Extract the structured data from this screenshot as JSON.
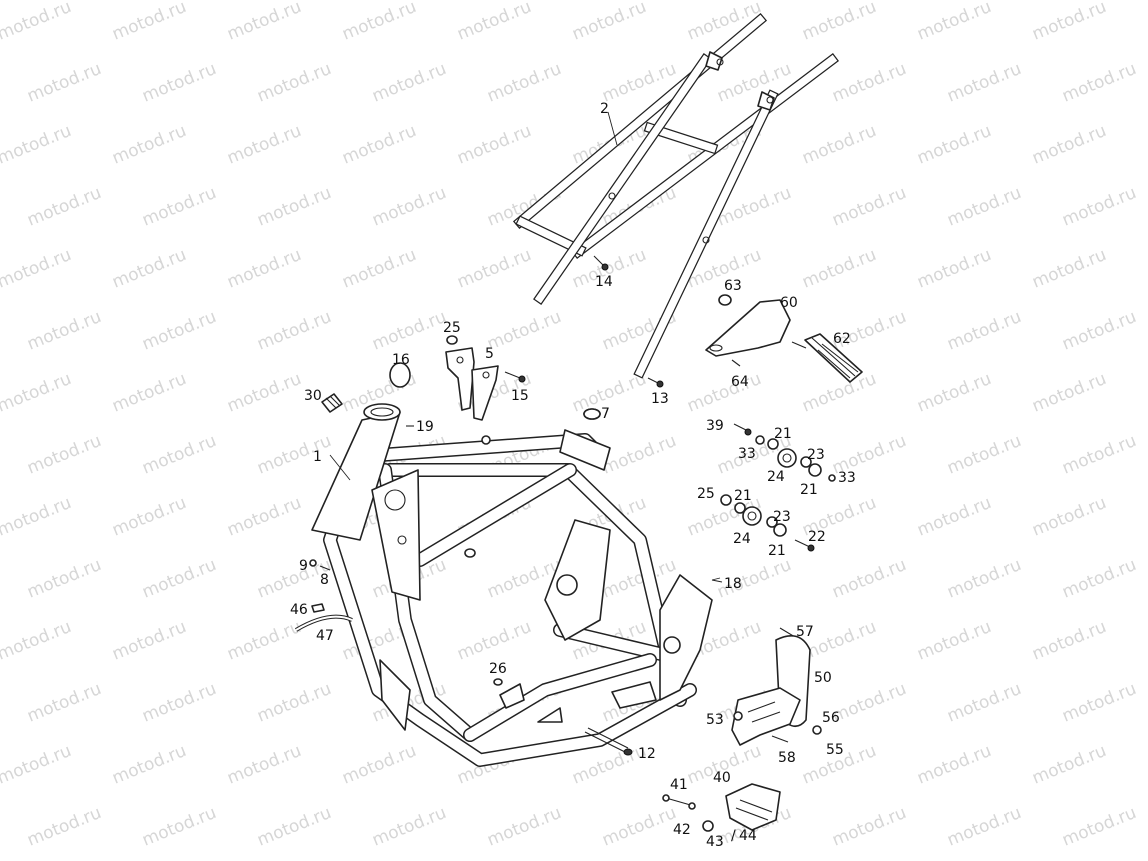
{
  "watermark": "motod.ru",
  "labels": [
    {
      "id": "l1",
      "text": "1"
    },
    {
      "id": "l2",
      "text": "2"
    },
    {
      "id": "l5",
      "text": "5"
    },
    {
      "id": "l7",
      "text": "7"
    },
    {
      "id": "l8",
      "text": "8"
    },
    {
      "id": "l9",
      "text": "9"
    },
    {
      "id": "l12",
      "text": "12"
    },
    {
      "id": "l13",
      "text": "13"
    },
    {
      "id": "l14",
      "text": "14"
    },
    {
      "id": "l15",
      "text": "15"
    },
    {
      "id": "l16",
      "text": "16"
    },
    {
      "id": "l18",
      "text": "18"
    },
    {
      "id": "l19",
      "text": "19"
    },
    {
      "id": "l21a",
      "text": "21"
    },
    {
      "id": "l21b",
      "text": "21"
    },
    {
      "id": "l21c",
      "text": "21"
    },
    {
      "id": "l21d",
      "text": "21"
    },
    {
      "id": "l22",
      "text": "22"
    },
    {
      "id": "l23a",
      "text": "23"
    },
    {
      "id": "l23b",
      "text": "23"
    },
    {
      "id": "l24a",
      "text": "24"
    },
    {
      "id": "l24b",
      "text": "24"
    },
    {
      "id": "l25a",
      "text": "25"
    },
    {
      "id": "l25b",
      "text": "25"
    },
    {
      "id": "l26",
      "text": "26"
    },
    {
      "id": "l30",
      "text": "30"
    },
    {
      "id": "l33a",
      "text": "33"
    },
    {
      "id": "l33b",
      "text": "33"
    },
    {
      "id": "l39",
      "text": "39"
    },
    {
      "id": "l40",
      "text": "40"
    },
    {
      "id": "l41",
      "text": "41"
    },
    {
      "id": "l42",
      "text": "42"
    },
    {
      "id": "l43",
      "text": "43"
    },
    {
      "id": "l44",
      "text": "44"
    },
    {
      "id": "l46",
      "text": "46"
    },
    {
      "id": "l47",
      "text": "47"
    },
    {
      "id": "l50",
      "text": "50"
    },
    {
      "id": "l53",
      "text": "53"
    },
    {
      "id": "l55",
      "text": "55"
    },
    {
      "id": "l56",
      "text": "56"
    },
    {
      "id": "l57",
      "text": "57"
    },
    {
      "id": "l58",
      "text": "58"
    },
    {
      "id": "l60",
      "text": "60"
    },
    {
      "id": "l62",
      "text": "62"
    },
    {
      "id": "l63",
      "text": "63"
    },
    {
      "id": "l64",
      "text": "64"
    }
  ]
}
